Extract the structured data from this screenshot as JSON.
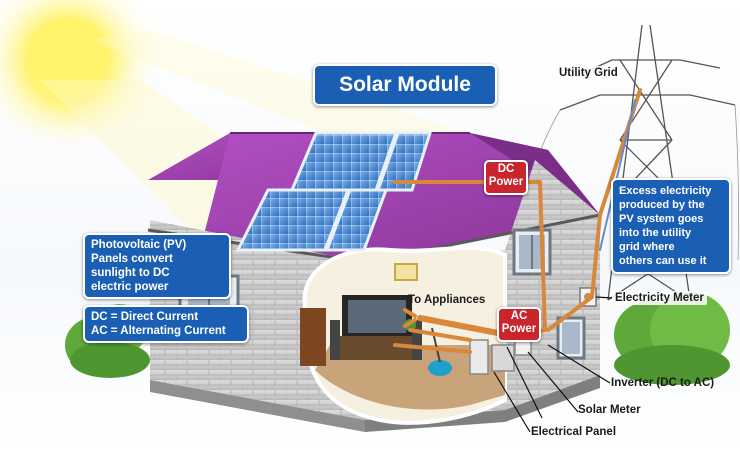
{
  "title": "Solar Module",
  "labels": {
    "dc_power_line1": "DC",
    "dc_power_line2": "Power",
    "ac_power_line1": "AC",
    "ac_power_line2": "Power",
    "utility_grid": "Utility Grid",
    "to_appliances": "To Appliances",
    "electricity_meter": "Electricity Meter",
    "inverter": "Inverter (DC to AC)",
    "solar_meter": "Solar Meter",
    "electrical_panel": "Electrical Panel"
  },
  "pv_note": {
    "lines": [
      "Photovoltaic (PV)",
      "Panels convert",
      "sunlight to DC",
      "electric power"
    ]
  },
  "dc_ac_note": {
    "lines": [
      "DC = Direct Current",
      "AC = Alternating Current"
    ]
  },
  "excess_note": {
    "lines": [
      "Excess electricity",
      "produced by the",
      "PV system goes",
      "into the utility",
      "grid where",
      "others can use it"
    ]
  },
  "colors": {
    "title_box": "#1a5fb4",
    "power_badge": "#c8262c",
    "roof": "#9a3fa8",
    "wire": "#d9873a",
    "wall": "#c9c9c9",
    "foundation": "#8f8f8f",
    "grass": "#5fa83a"
  }
}
